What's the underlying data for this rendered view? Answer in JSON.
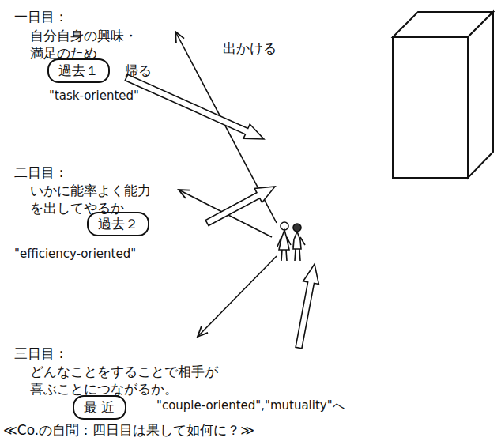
{
  "diagram": {
    "nodes": [
      {
        "text": [
          "過去１"
        ]
      },
      {
        "text": [
          "過去２"
        ]
      },
      {
        "text": [
          "最 近"
        ]
      }
    ],
    "labels": [
      "一日目：",
      "自分自身の興味・ 満足のため",
      "帰る",
      "\"task-oriented\"",
      "出かける",
      "二日目：",
      "いかに能率よく能力 を出してやるか",
      "\"efficiency-oriented\"",
      "三日目：",
      "どんなことをすることで相手が 喜ぶことにつながるか。",
      "\"couple-oriented\",\"mutuality\"へ",
      "≪Co.の自問：四日目は果して如何に？≫"
    ]
  }
}
